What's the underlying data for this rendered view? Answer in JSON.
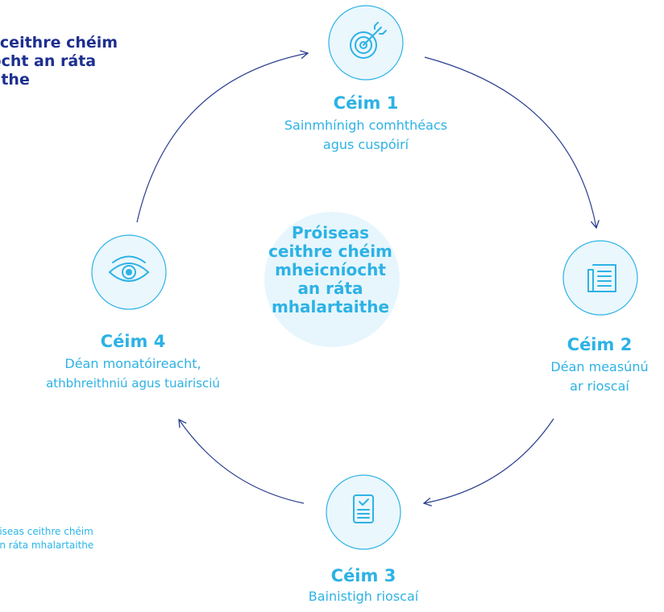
{
  "header": {
    "title_lines": [
      "s ceithre chéim",
      "íocht an ráta",
      "aithe"
    ]
  },
  "center": {
    "lines": [
      "Próiseas",
      "ceithre chéim",
      "mheicníocht",
      "an ráta",
      "mhalartaithe"
    ]
  },
  "steps": [
    {
      "title": "Céim 1",
      "desc_lines": [
        "Sainmhínigh comhthéacs",
        "agus cuspóirí"
      ],
      "icon": "target-icon"
    },
    {
      "title": "Céim 2",
      "desc_lines": [
        "Déan measúnú",
        "ar rioscaí"
      ],
      "icon": "document-icon"
    },
    {
      "title": "Céim 3",
      "desc_lines": [
        "Bainistigh rioscaí"
      ],
      "icon": "checklist-icon"
    },
    {
      "title": "Céim 4",
      "desc_lines": [
        "Déan monatóireacht,",
        "athbhreithniú agus tuairisciú"
      ],
      "icon": "eye-icon"
    }
  ],
  "caption": {
    "lines": [
      "óiseas ceithre chéim",
      "an ráta mhalartaithe"
    ]
  },
  "colors": {
    "accent": "#2db2e5",
    "title_navy": "#1d2f8f",
    "circle_fill": "#e7f6fd",
    "arrow": "#2a3f8f"
  }
}
